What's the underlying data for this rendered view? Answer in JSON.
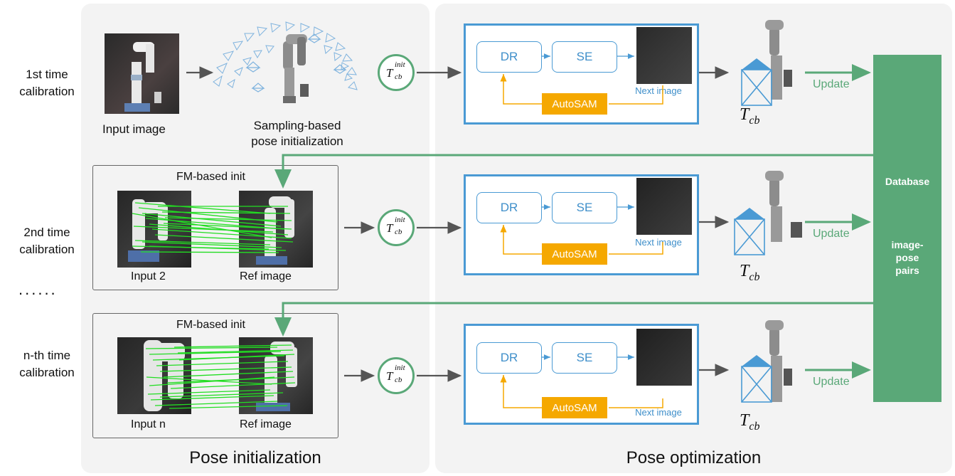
{
  "sections": {
    "left": "Pose initialization",
    "right": "Pose optimization"
  },
  "rows": [
    {
      "label": "1st time\ncalibration",
      "input_caption": "Input image",
      "init_caption": "Sampling-based\npose initialization"
    },
    {
      "label": "2nd time\ncalibration",
      "init_box_title": "FM-based init",
      "input_caption": "Input 2",
      "ref_caption": "Ref image"
    },
    {
      "label": "n-th time\ncalibration",
      "init_box_title": "FM-based init",
      "input_caption": "Input n",
      "ref_caption": "Ref image"
    }
  ],
  "ellipsis": "......",
  "tinit": {
    "base": "T",
    "sup": "init",
    "sub": "cb"
  },
  "tcb": {
    "base": "T",
    "sub": "cb"
  },
  "modules": {
    "dr": "DR",
    "se": "SE",
    "autosam": "AutoSAM",
    "next_image": "Next image"
  },
  "update_label": "Update",
  "database": {
    "title": "Database",
    "content": "image-\npose\npairs"
  },
  "colors": {
    "blue": "#4a9ad4",
    "green": "#5aa878",
    "orange": "#f5a800",
    "panel": "#f3f3f3"
  }
}
